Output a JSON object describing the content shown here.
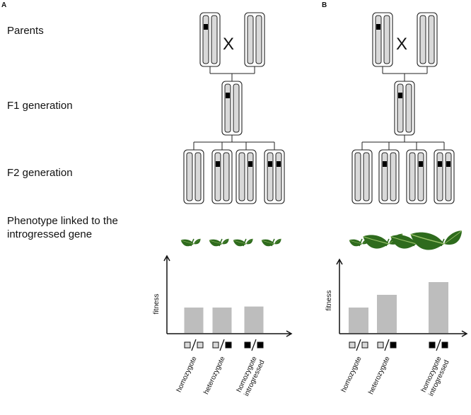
{
  "panels": [
    {
      "letter": "A",
      "cross": "X",
      "leaves": [
        {
          "size": "small",
          "scale": 0.5
        },
        {
          "size": "small",
          "scale": 0.5
        },
        {
          "size": "small",
          "scale": 0.5
        },
        {
          "size": "small",
          "scale": 0.5
        }
      ],
      "chart": {
        "ylabel": "fitness",
        "values": [
          1.0,
          1.0,
          1.04
        ],
        "categories": [
          "homozygote",
          "heterozygote",
          "homozygote\nintrogressed"
        ]
      }
    },
    {
      "letter": "B",
      "cross": "X",
      "leaves": [
        {
          "size": "small",
          "scale": 0.5
        },
        {
          "size": "large",
          "scale": 1.0
        },
        {
          "size": "large",
          "scale": 1.0
        },
        {
          "size": "xlarge",
          "scale": 1.3
        }
      ],
      "chart": {
        "ylabel": "fitness",
        "values": [
          1.0,
          1.5,
          2.0
        ],
        "categories": [
          "homozygote",
          "heterozygote",
          "homozygote\nintrogressed"
        ]
      }
    }
  ],
  "rows": {
    "parents": "Parents",
    "f1": "F1 generation",
    "f2": "F2 generation",
    "phenotype_line1": "Phenotype linked to the",
    "phenotype_line2": "introgressed gene"
  },
  "genotype_symbols": [
    "□/□",
    "□/■",
    "■/■"
  ],
  "colors": {
    "chromosome_fill": "#d9d9d9",
    "bar": "#bdbdbd",
    "marker": "#000000",
    "leaf_dark": "#2e6b1d",
    "leaf_light": "#5a9a2e"
  },
  "chart_data": [
    {
      "type": "bar",
      "title": "",
      "xlabel": "",
      "ylabel": "fitness",
      "categories": [
        "homozygote",
        "heterozygote",
        "homozygote introgressed"
      ],
      "values": [
        1.0,
        1.0,
        1.04
      ]
    },
    {
      "type": "bar",
      "title": "",
      "xlabel": "",
      "ylabel": "fitness",
      "categories": [
        "homozygote",
        "heterozygote",
        "homozygote introgressed"
      ],
      "values": [
        1.0,
        1.5,
        2.0
      ]
    }
  ]
}
